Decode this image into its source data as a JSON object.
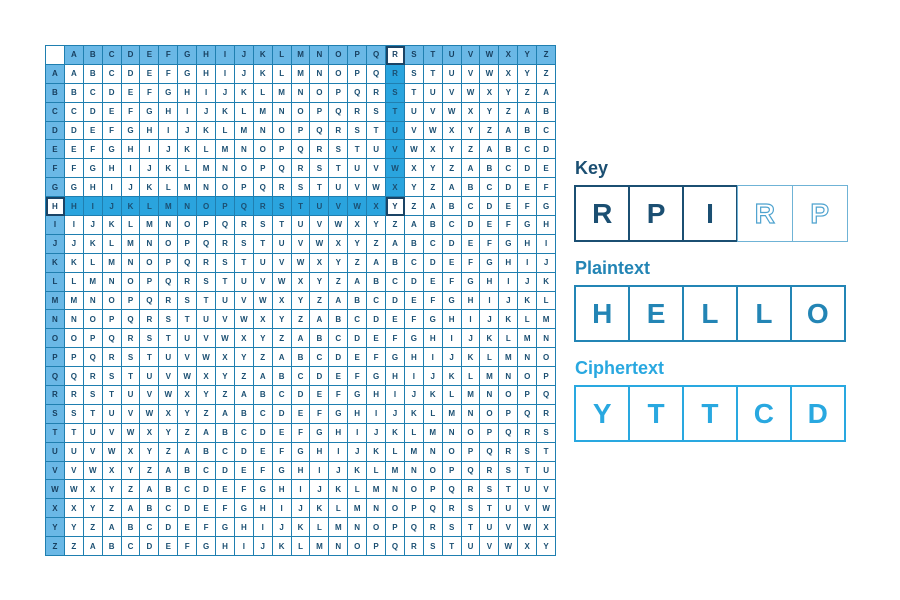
{
  "tableau": {
    "alphabet": "ABCDEFGHIJKLMNOPQRSTUVWXYZ",
    "selected_column": "R",
    "selected_row": "H",
    "result_letter": "Y",
    "colors": {
      "header_bg": "#6ab8e6",
      "path_bg": "#2aa4de",
      "grid_line": "#1f7fb0",
      "text": "#1b4f72",
      "selection_border": "#1a4466"
    }
  },
  "key": {
    "label": "Key",
    "letters": [
      "R",
      "P",
      "I",
      "R",
      "P"
    ],
    "repeat_start_index": 3,
    "color": "#1b4f72"
  },
  "plaintext": {
    "label": "Plaintext",
    "letters": [
      "H",
      "E",
      "L",
      "L",
      "O"
    ],
    "color": "#2385b5"
  },
  "ciphertext": {
    "label": "Ciphertext",
    "letters": [
      "Y",
      "T",
      "T",
      "C",
      "D"
    ],
    "color": "#29a8e0"
  }
}
